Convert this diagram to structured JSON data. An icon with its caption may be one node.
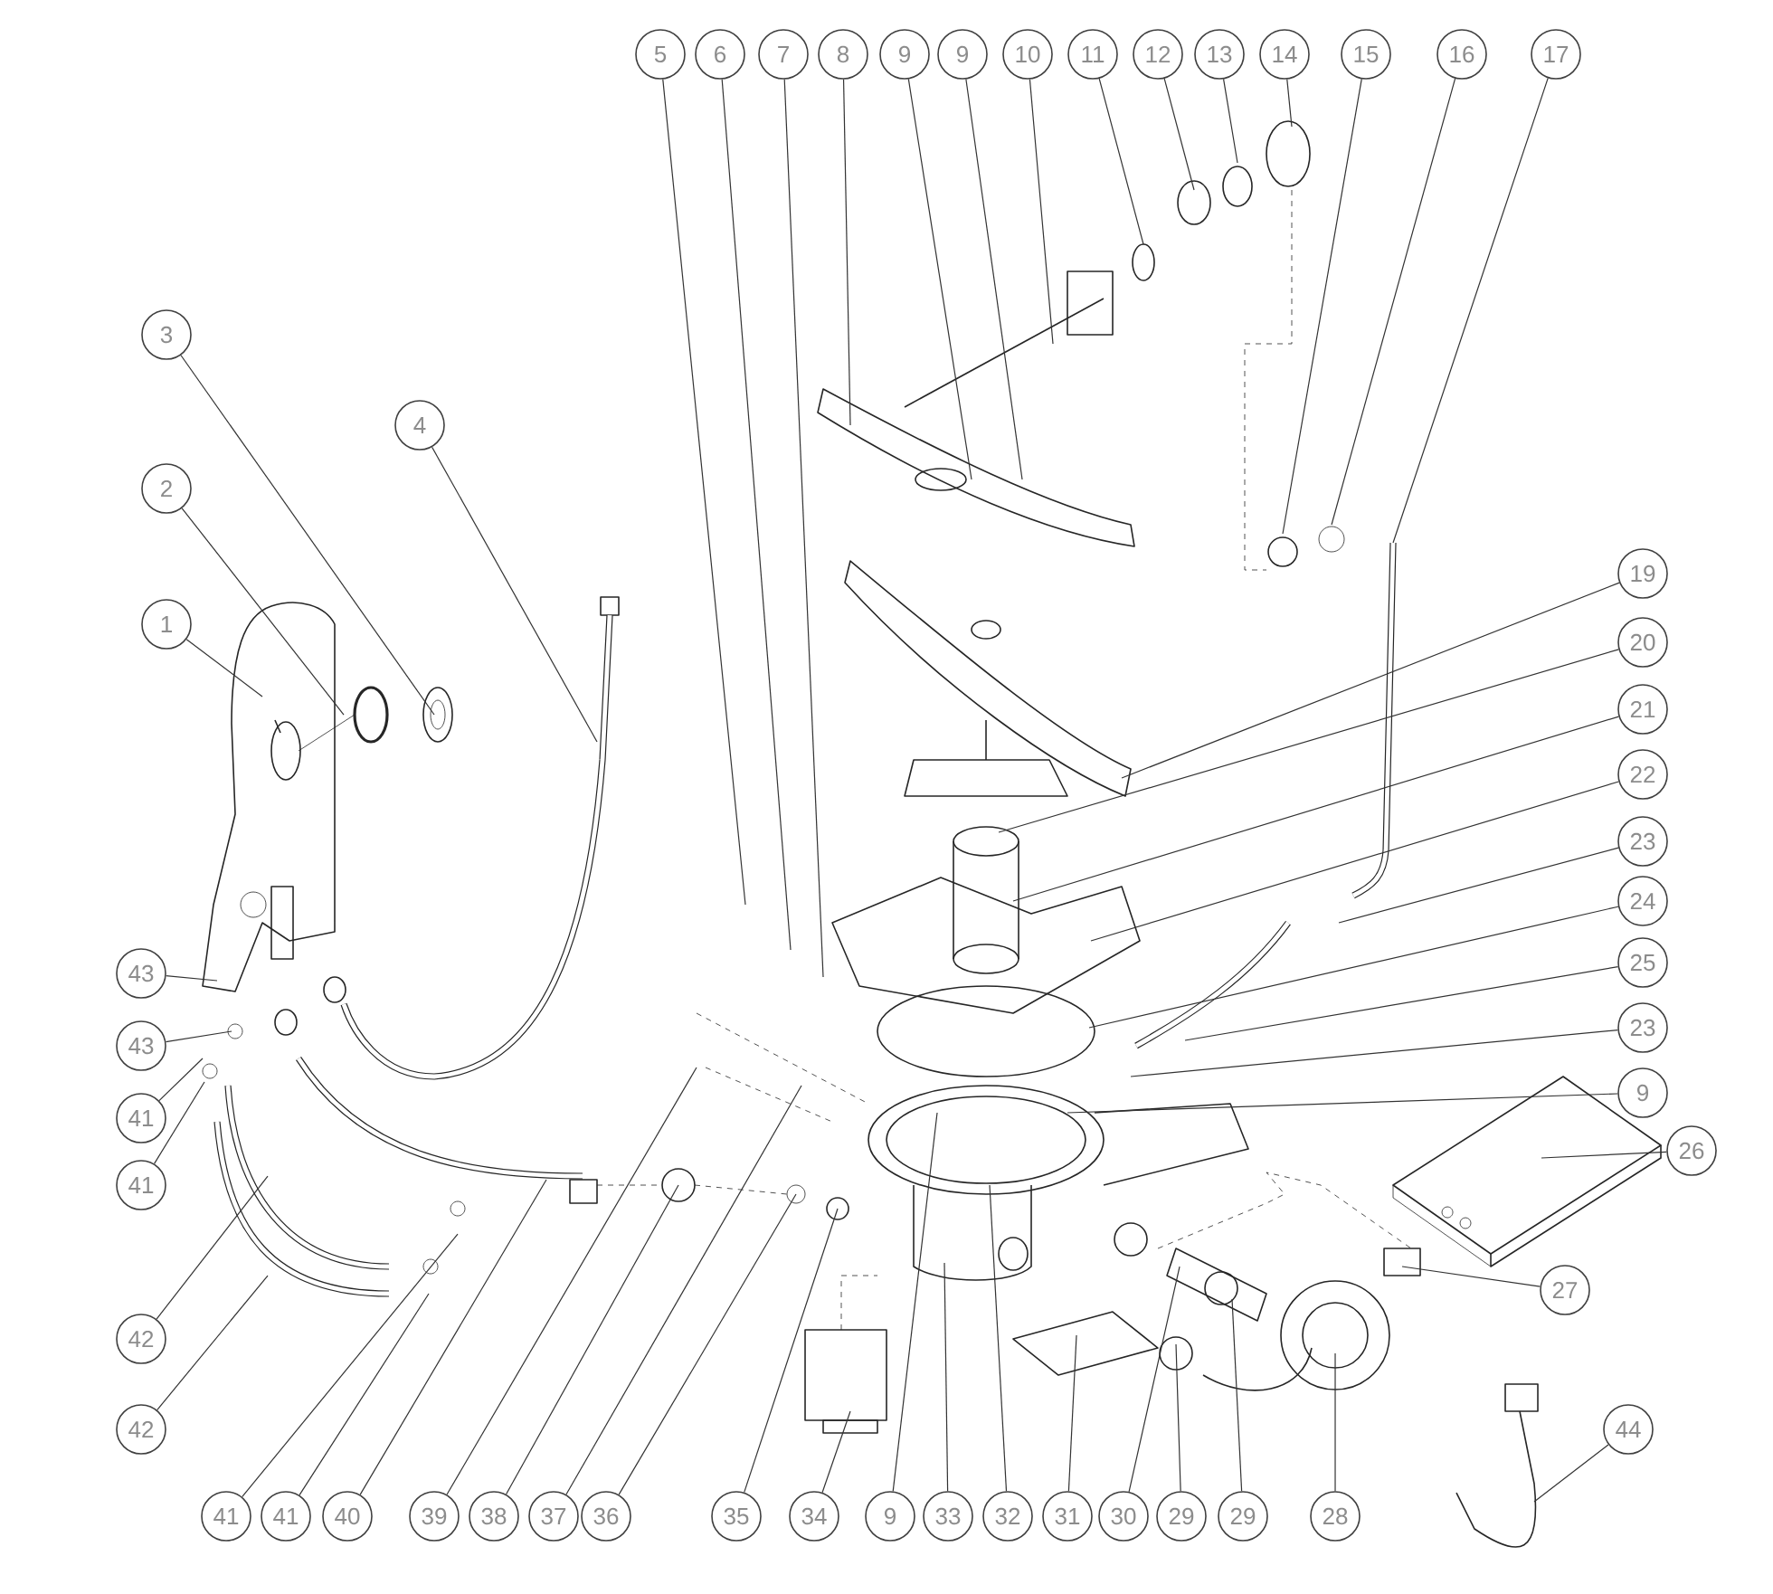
{
  "diagram": {
    "nodes": [
      {
        "text": [
          "5"
        ]
      },
      {
        "text": [
          "6"
        ]
      },
      {
        "text": [
          "7"
        ]
      },
      {
        "text": [
          "8"
        ]
      },
      {
        "text": [
          "9"
        ]
      },
      {
        "text": [
          "9"
        ]
      },
      {
        "text": [
          "10"
        ]
      },
      {
        "text": [
          "11"
        ]
      },
      {
        "text": [
          "12"
        ]
      },
      {
        "text": [
          "13"
        ]
      },
      {
        "text": [
          "14"
        ]
      },
      {
        "text": [
          "15"
        ]
      },
      {
        "text": [
          "16"
        ]
      },
      {
        "text": [
          "17"
        ]
      },
      {
        "text": [
          "3"
        ]
      },
      {
        "text": [
          "4"
        ]
      },
      {
        "text": [
          "2"
        ]
      },
      {
        "text": [
          "1"
        ]
      },
      {
        "text": [
          "19"
        ]
      },
      {
        "text": [
          "20"
        ]
      },
      {
        "text": [
          "21"
        ]
      },
      {
        "text": [
          "22"
        ]
      },
      {
        "text": [
          "23"
        ]
      },
      {
        "text": [
          "24"
        ]
      },
      {
        "text": [
          "25"
        ]
      },
      {
        "text": [
          "23"
        ]
      },
      {
        "text": [
          "9"
        ]
      },
      {
        "text": [
          "26"
        ]
      },
      {
        "text": [
          "27"
        ]
      },
      {
        "text": [
          "44"
        ]
      },
      {
        "text": [
          "43"
        ]
      },
      {
        "text": [
          "43"
        ]
      },
      {
        "text": [
          "41"
        ]
      },
      {
        "text": [
          "41"
        ]
      },
      {
        "text": [
          "42"
        ]
      },
      {
        "text": [
          "42"
        ]
      },
      {
        "text": [
          "41"
        ]
      },
      {
        "text": [
          "41"
        ]
      },
      {
        "text": [
          "40"
        ]
      },
      {
        "text": [
          "39"
        ]
      },
      {
        "text": [
          "38"
        ]
      },
      {
        "text": [
          "37"
        ]
      },
      {
        "text": [
          "36"
        ]
      },
      {
        "text": [
          "35"
        ]
      },
      {
        "text": [
          "34"
        ]
      },
      {
        "text": [
          "9"
        ]
      },
      {
        "text": [
          "33"
        ]
      },
      {
        "text": [
          "32"
        ]
      },
      {
        "text": [
          "31"
        ]
      },
      {
        "text": [
          "30"
        ]
      },
      {
        "text": [
          "29"
        ]
      },
      {
        "text": [
          "29"
        ]
      },
      {
        "text": [
          "28"
        ]
      }
    ],
    "edges": [
      {
        "from": 0,
        "to": null,
        "arrow": "none"
      },
      {
        "from": 1,
        "to": null,
        "arrow": "none"
      },
      {
        "from": 2,
        "to": null,
        "arrow": "none"
      },
      {
        "from": 3,
        "to": null,
        "arrow": "none"
      },
      {
        "from": 4,
        "to": null,
        "arrow": "none"
      },
      {
        "from": 5,
        "to": null,
        "arrow": "none"
      },
      {
        "from": 6,
        "to": null,
        "arrow": "none"
      },
      {
        "from": 7,
        "to": null,
        "arrow": "none"
      },
      {
        "from": 8,
        "to": null,
        "arrow": "none"
      },
      {
        "from": 9,
        "to": null,
        "arrow": "none"
      },
      {
        "from": 10,
        "to": null,
        "arrow": "none"
      },
      {
        "from": 11,
        "to": null,
        "arrow": "none"
      },
      {
        "from": 12,
        "to": null,
        "arrow": "none"
      },
      {
        "from": 13,
        "to": null,
        "arrow": "none"
      },
      {
        "from": 14,
        "to": null,
        "arrow": "none"
      },
      {
        "from": 15,
        "to": null,
        "arrow": "none"
      },
      {
        "from": 16,
        "to": null,
        "arrow": "none"
      },
      {
        "from": 17,
        "to": null,
        "arrow": "none"
      },
      {
        "from": 18,
        "to": null,
        "arrow": "none"
      },
      {
        "from": 19,
        "to": null,
        "arrow": "none"
      },
      {
        "from": 20,
        "to": null,
        "arrow": "none"
      },
      {
        "from": 21,
        "to": null,
        "arrow": "none"
      },
      {
        "from": 22,
        "to": null,
        "arrow": "none"
      },
      {
        "from": 23,
        "to": null,
        "arrow": "none"
      },
      {
        "from": 24,
        "to": null,
        "arrow": "none"
      },
      {
        "from": 25,
        "to": null,
        "arrow": "none"
      },
      {
        "from": 26,
        "to": null,
        "arrow": "none"
      },
      {
        "from": 27,
        "to": null,
        "arrow": "none"
      },
      {
        "from": 28,
        "to": null,
        "arrow": "none"
      },
      {
        "from": 29,
        "to": null,
        "arrow": "none"
      },
      {
        "from": 30,
        "to": null,
        "arrow": "none"
      },
      {
        "from": 31,
        "to": null,
        "arrow": "none"
      },
      {
        "from": 32,
        "to": null,
        "arrow": "none"
      },
      {
        "from": 33,
        "to": null,
        "arrow": "none"
      },
      {
        "from": 34,
        "to": null,
        "arrow": "none"
      },
      {
        "from": 35,
        "to": null,
        "arrow": "none"
      },
      {
        "from": 36,
        "to": null,
        "arrow": "none"
      },
      {
        "from": 37,
        "to": null,
        "arrow": "none"
      },
      {
        "from": 38,
        "to": null,
        "arrow": "none"
      },
      {
        "from": 39,
        "to": null,
        "arrow": "none"
      },
      {
        "from": 40,
        "to": null,
        "arrow": "none"
      },
      {
        "from": 41,
        "to": null,
        "arrow": "none"
      },
      {
        "from": 42,
        "to": null,
        "arrow": "none"
      },
      {
        "from": 43,
        "to": null,
        "arrow": "none"
      },
      {
        "from": 44,
        "to": null,
        "arrow": "none"
      },
      {
        "from": 45,
        "to": null,
        "arrow": "none"
      },
      {
        "from": 46,
        "to": null,
        "arrow": "none"
      },
      {
        "from": 47,
        "to": null,
        "arrow": "none"
      },
      {
        "from": 48,
        "to": null,
        "arrow": "none"
      },
      {
        "from": 49,
        "to": null,
        "arrow": "none"
      },
      {
        "from": 50,
        "to": null,
        "arrow": "none"
      },
      {
        "from": 51,
        "to": null,
        "arrow": "none"
      },
      {
        "from": 52,
        "to": null,
        "arrow": "none"
      }
    ]
  }
}
